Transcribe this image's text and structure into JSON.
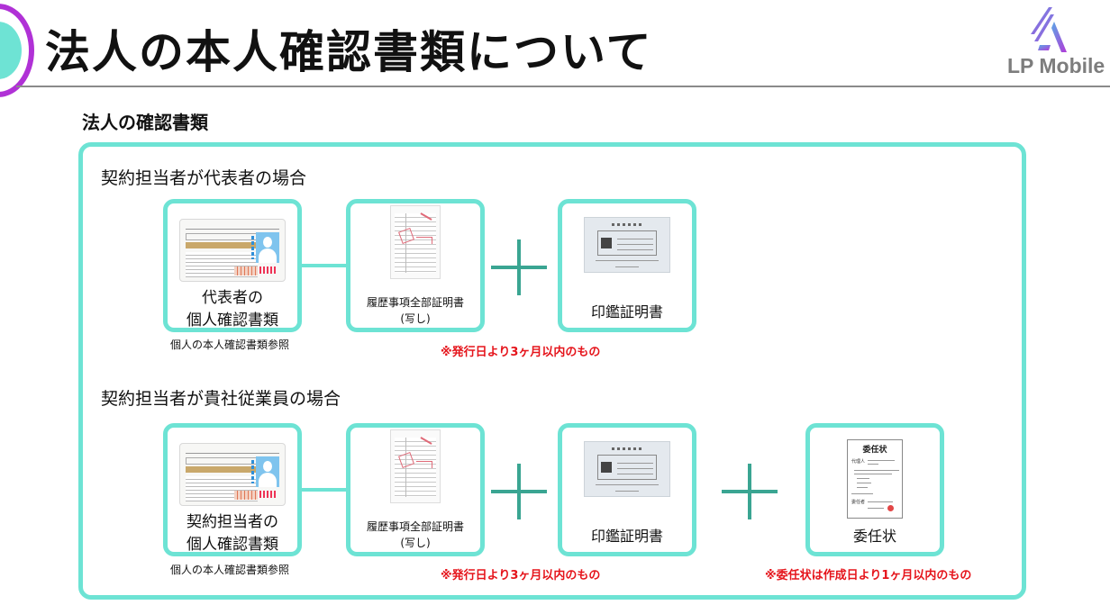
{
  "header": {
    "title": "法人の本人確認書類について",
    "logo_text": "LP Mobile",
    "bullet_colors": {
      "ring": "#b031d6",
      "fill": "#6ee3d4"
    }
  },
  "section": {
    "title": "法人の確認書類"
  },
  "theme": {
    "accent": "#6de3d4",
    "plus": "#3aa592",
    "warning": "#e5141b"
  },
  "cases": [
    {
      "title": "契約担当者が代表者の場合",
      "cards": [
        {
          "icon": "id-card-icon",
          "label_line1": "代表者の",
          "label_line2": "個人確認書類",
          "note": "個人の本人確認書類参照"
        },
        {
          "icon": "registry-document-icon",
          "label_line1": "履歴事項全部証明書",
          "label_line2": "(写し)"
        },
        {
          "icon": "seal-certificate-icon",
          "label_line1": "印鑑証明書"
        }
      ],
      "notes": [
        "※発行日より3ヶ月以内のもの"
      ]
    },
    {
      "title": "契約担当者が貴社従業員の場合",
      "cards": [
        {
          "icon": "id-card-icon",
          "label_line1": "契約担当者の",
          "label_line2": "個人確認書類",
          "note": "個人の本人確認書類参照"
        },
        {
          "icon": "registry-document-icon",
          "label_line1": "履歴事項全部証明書",
          "label_line2": "(写し)"
        },
        {
          "icon": "seal-certificate-icon",
          "label_line1": "印鑑証明書"
        },
        {
          "icon": "power-of-attorney-icon",
          "label_line1": "委任状",
          "doc_title": "委任状",
          "doc_field1": "代理人",
          "doc_field2": "委任者"
        }
      ],
      "notes": [
        "※発行日より3ヶ月以内のもの",
        "※委任状は作成日より1ヶ月以内のもの"
      ]
    }
  ]
}
